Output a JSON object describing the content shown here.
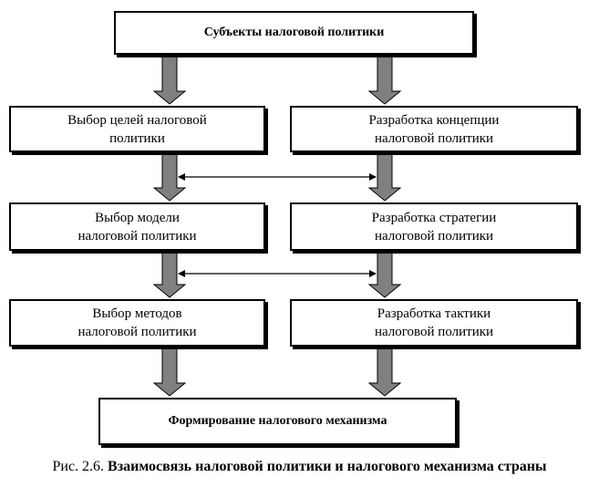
{
  "boxes": {
    "subjects": "Субъекты налоговой политики",
    "goals": "Выбор целей налоговой\nполитики",
    "concept": "Разработка концепции\nналоговой политики",
    "model": "Выбор модели\nналоговой политики",
    "strategy": "Разработка стратегии\nналоговой политики",
    "methods": "Выбор методов\nналоговой политики",
    "tactics": "Разработка тактики\nналоговой политики",
    "mechanism": "Формирование налогового механизма"
  },
  "caption": {
    "prefix": "Рис. 2.6. ",
    "title": "Взаимосвязь налоговой политики и налогового механизма страны"
  },
  "colors": {
    "arrow_fill": "#808080",
    "stroke": "#000000"
  }
}
